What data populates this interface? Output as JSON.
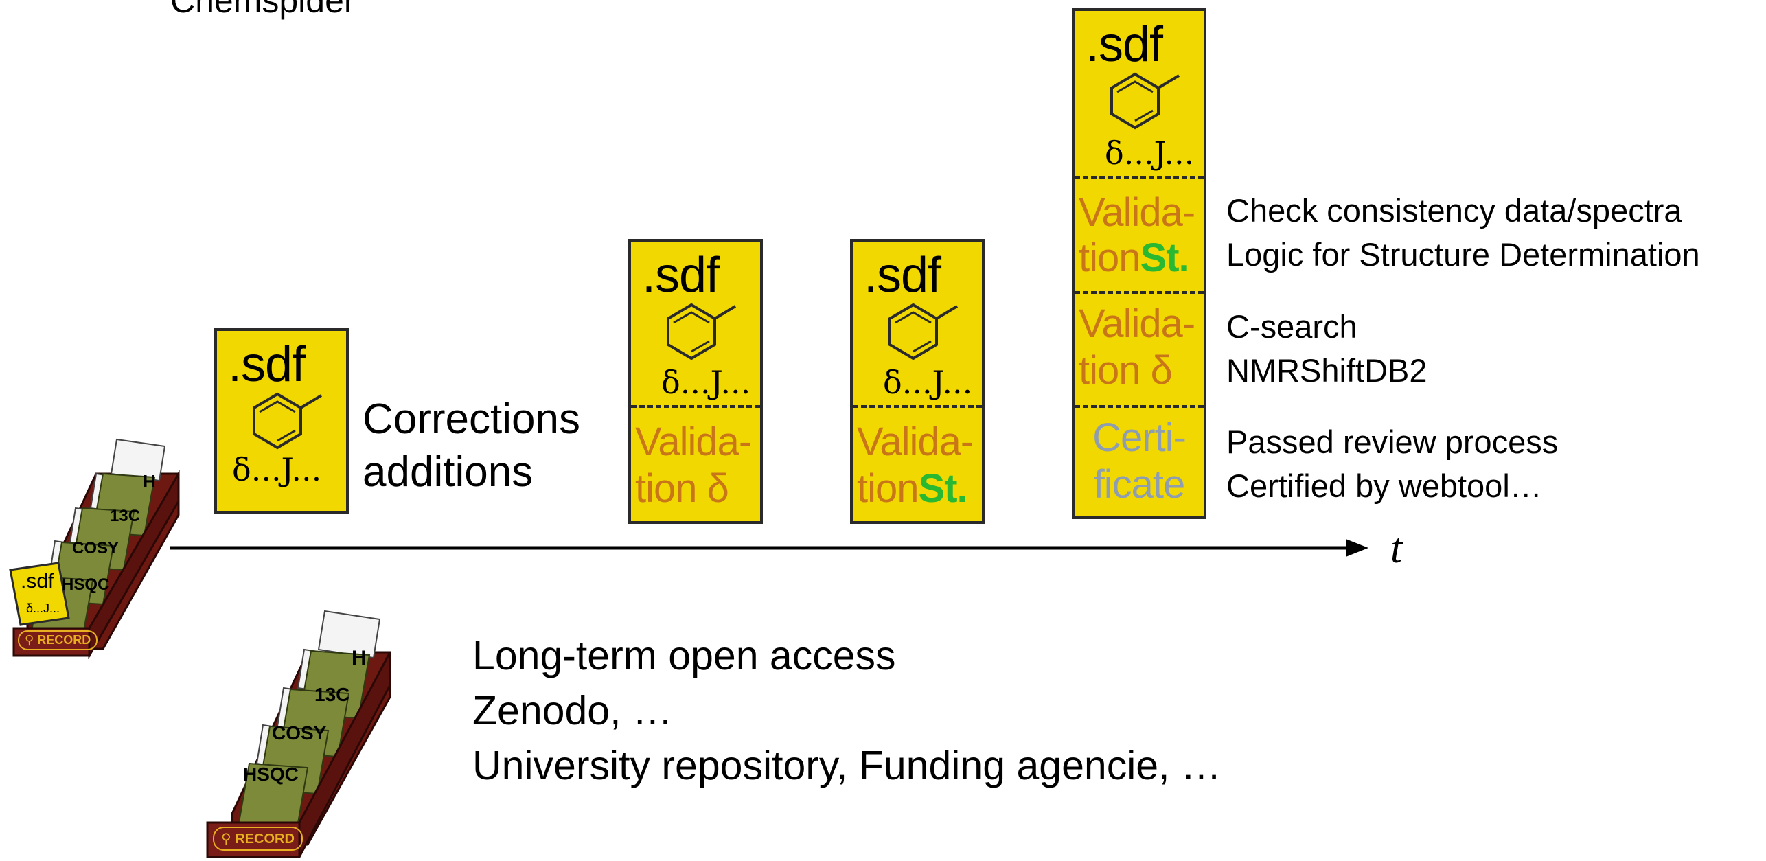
{
  "top_partial_label": "Chemspider",
  "corrections_label": [
    "Corrections",
    "additions"
  ],
  "file_label": ".sdf",
  "nmr_params": "δ...J...",
  "validation_shift": [
    "Valida-",
    "tion δ"
  ],
  "validation_structure": [
    "Valida-",
    "tion",
    "St."
  ],
  "certificate": [
    "Certi-",
    "ficate"
  ],
  "notes": {
    "structure": [
      "Check consistency data/spectra",
      "Logic for Structure Determination"
    ],
    "shift": [
      "C-search",
      "NMRShiftDB2"
    ],
    "certificate": [
      "Passed review process",
      "Certified by webtool…"
    ]
  },
  "time_axis_label": "t",
  "record_box": {
    "badge": "RECORD",
    "tabs": [
      "H",
      "13C",
      "COSY",
      "HSQC"
    ],
    "file_label": ".sdf",
    "nmr_params": "δ...J..."
  },
  "long_term": {
    "title": "Long-term open access",
    "line1": "Zenodo, …",
    "line2": "University repository, Funding agencie, …"
  },
  "colors": {
    "card_fill": "#f0d800",
    "validation_text": "#c87617",
    "structure_text": "#28b832",
    "certificate_text": "#8f9db0",
    "record_box": "#7a1c17",
    "record_folder": "#7d8a3a"
  }
}
